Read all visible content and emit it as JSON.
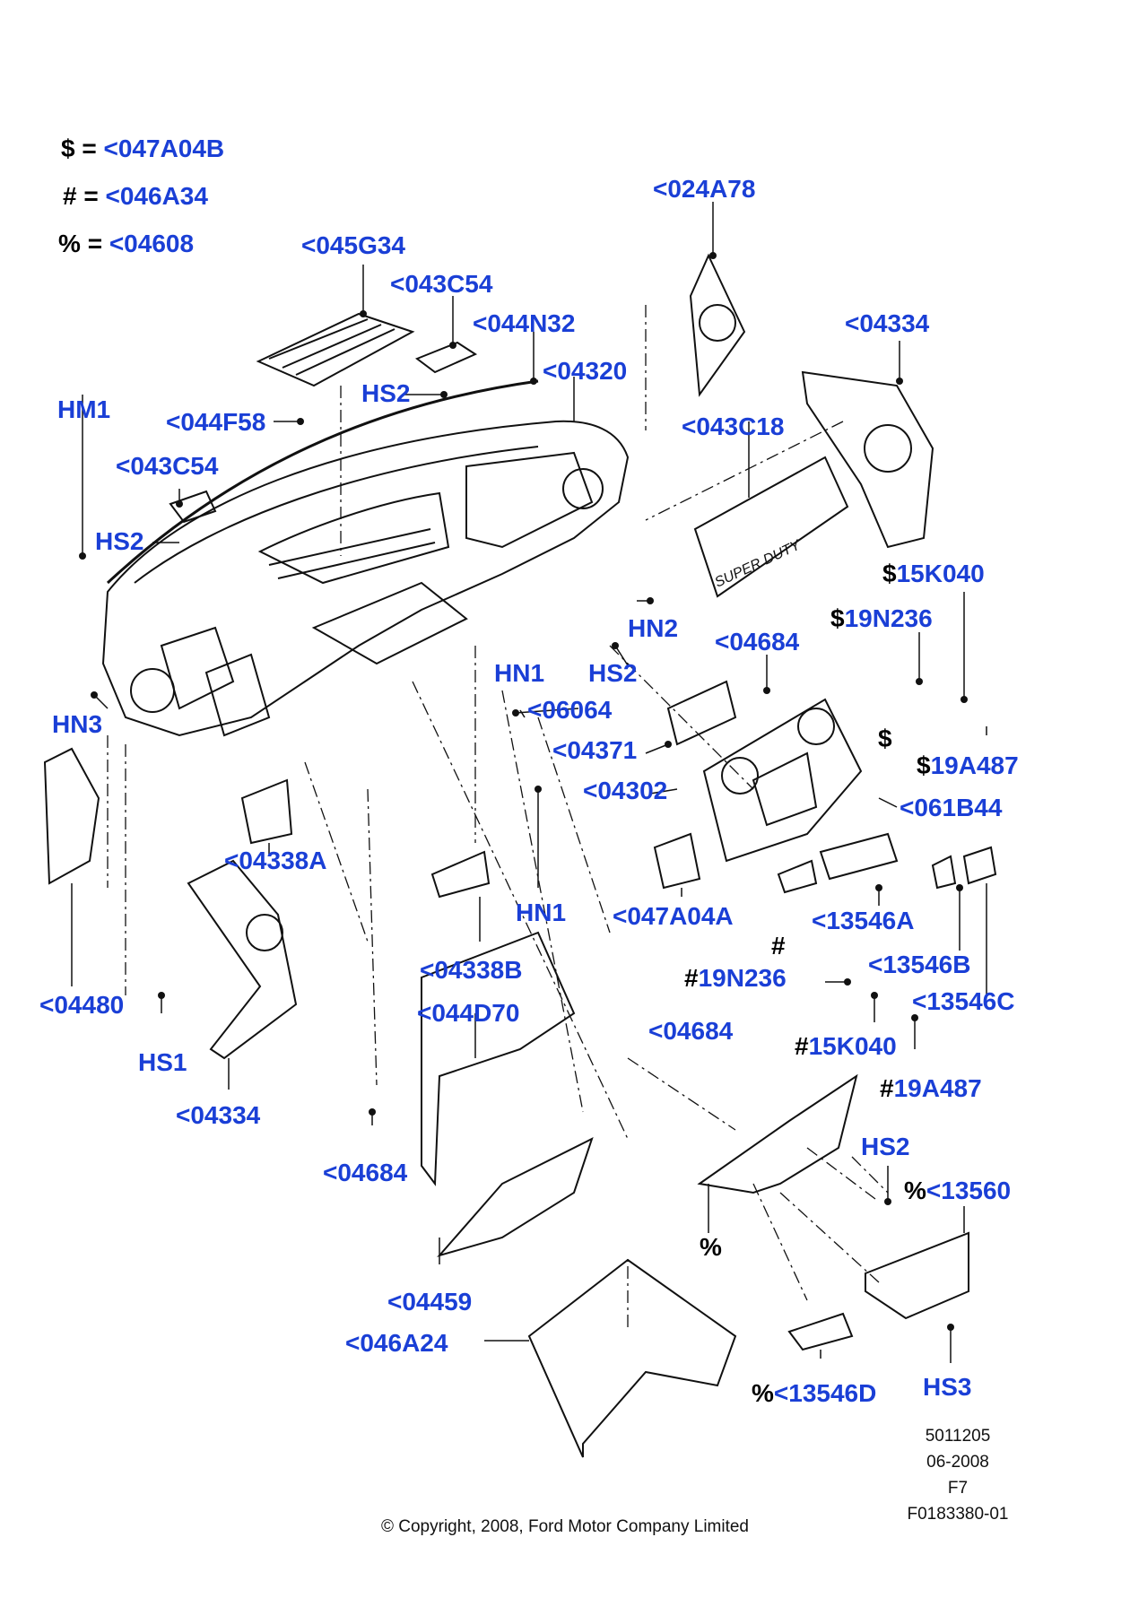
{
  "legend": [
    {
      "symbol": "$",
      "eq": "=",
      "value": "<047A04B"
    },
    {
      "symbol": "#",
      "eq": "=",
      "value": "<046A34"
    },
    {
      "symbol": "%",
      "eq": "=",
      "value": "<04608"
    }
  ],
  "callouts": [
    {
      "id": "c01",
      "sym": "",
      "text": "<024A78"
    },
    {
      "id": "c02",
      "sym": "",
      "text": "<045G34"
    },
    {
      "id": "c03",
      "sym": "",
      "text": "<043C54"
    },
    {
      "id": "c04",
      "sym": "",
      "text": "<044N32"
    },
    {
      "id": "c05",
      "sym": "",
      "text": "<04334"
    },
    {
      "id": "c06",
      "sym": "",
      "text": "HM1"
    },
    {
      "id": "c07",
      "sym": "",
      "text": "HS2"
    },
    {
      "id": "c08",
      "sym": "",
      "text": "<04320"
    },
    {
      "id": "c09",
      "sym": "",
      "text": "<044F58"
    },
    {
      "id": "c10",
      "sym": "",
      "text": "<043C18"
    },
    {
      "id": "c11",
      "sym": "",
      "text": "<043C54"
    },
    {
      "id": "c12",
      "sym": "",
      "text": "HS2"
    },
    {
      "id": "c13",
      "sym": "$",
      "text": "15K040"
    },
    {
      "id": "c14",
      "sym": "$",
      "text": "19N236"
    },
    {
      "id": "c15",
      "sym": "",
      "text": "HN2"
    },
    {
      "id": "c16",
      "sym": "",
      "text": "<04684"
    },
    {
      "id": "c17",
      "sym": "",
      "text": "HN1"
    },
    {
      "id": "c18",
      "sym": "",
      "text": "HS2"
    },
    {
      "id": "c19",
      "sym": "",
      "text": "<06064"
    },
    {
      "id": "c20",
      "sym": "",
      "text": "HN3"
    },
    {
      "id": "c21",
      "sym": "",
      "text": "<04371"
    },
    {
      "id": "c22",
      "sym": "$",
      "text": ""
    },
    {
      "id": "c23",
      "sym": "$",
      "text": "19A487"
    },
    {
      "id": "c24",
      "sym": "",
      "text": "<04302"
    },
    {
      "id": "c25",
      "sym": "",
      "text": "<061B44"
    },
    {
      "id": "c26",
      "sym": "",
      "text": "<04338A"
    },
    {
      "id": "c27",
      "sym": "",
      "text": "HN1"
    },
    {
      "id": "c28",
      "sym": "",
      "text": "<047A04A"
    },
    {
      "id": "c29",
      "sym": "",
      "text": "<13546A"
    },
    {
      "id": "c30",
      "sym": "#",
      "text": ""
    },
    {
      "id": "c31",
      "sym": "",
      "text": "<04338B"
    },
    {
      "id": "c32",
      "sym": "",
      "text": "<13546B"
    },
    {
      "id": "c33",
      "sym": "#",
      "text": "19N236"
    },
    {
      "id": "c34",
      "sym": "",
      "text": "<04480"
    },
    {
      "id": "c35",
      "sym": "",
      "text": "<13546C"
    },
    {
      "id": "c36",
      "sym": "",
      "text": "<044D70"
    },
    {
      "id": "c37",
      "sym": "",
      "text": "<04684"
    },
    {
      "id": "c38",
      "sym": "#",
      "text": "15K040"
    },
    {
      "id": "c39",
      "sym": "",
      "text": "HS1"
    },
    {
      "id": "c40",
      "sym": "#",
      "text": "19A487"
    },
    {
      "id": "c41",
      "sym": "",
      "text": "<04334"
    },
    {
      "id": "c42",
      "sym": "",
      "text": "HS2"
    },
    {
      "id": "c43",
      "sym": "",
      "text": "<04684"
    },
    {
      "id": "c44",
      "sym": "%",
      "text": "<13560"
    },
    {
      "id": "c45",
      "sym": "%",
      "text": ""
    },
    {
      "id": "c46",
      "sym": "",
      "text": "<04459"
    },
    {
      "id": "c47",
      "sym": "",
      "text": "<046A24"
    },
    {
      "id": "c48",
      "sym": "%",
      "text": "<13546D"
    },
    {
      "id": "c49",
      "sym": "",
      "text": "HS3"
    }
  ],
  "meta": {
    "line1": "5011205",
    "line2": "06-2008",
    "line3": "F7",
    "line4": "F0183380-01"
  },
  "copyright": "© Copyright, 2008, Ford Motor Company Limited",
  "colors": {
    "callout": "#1a3fd6",
    "symbol": "#000000",
    "line": "#111111"
  },
  "embossed_text": "SUPER DUTY"
}
